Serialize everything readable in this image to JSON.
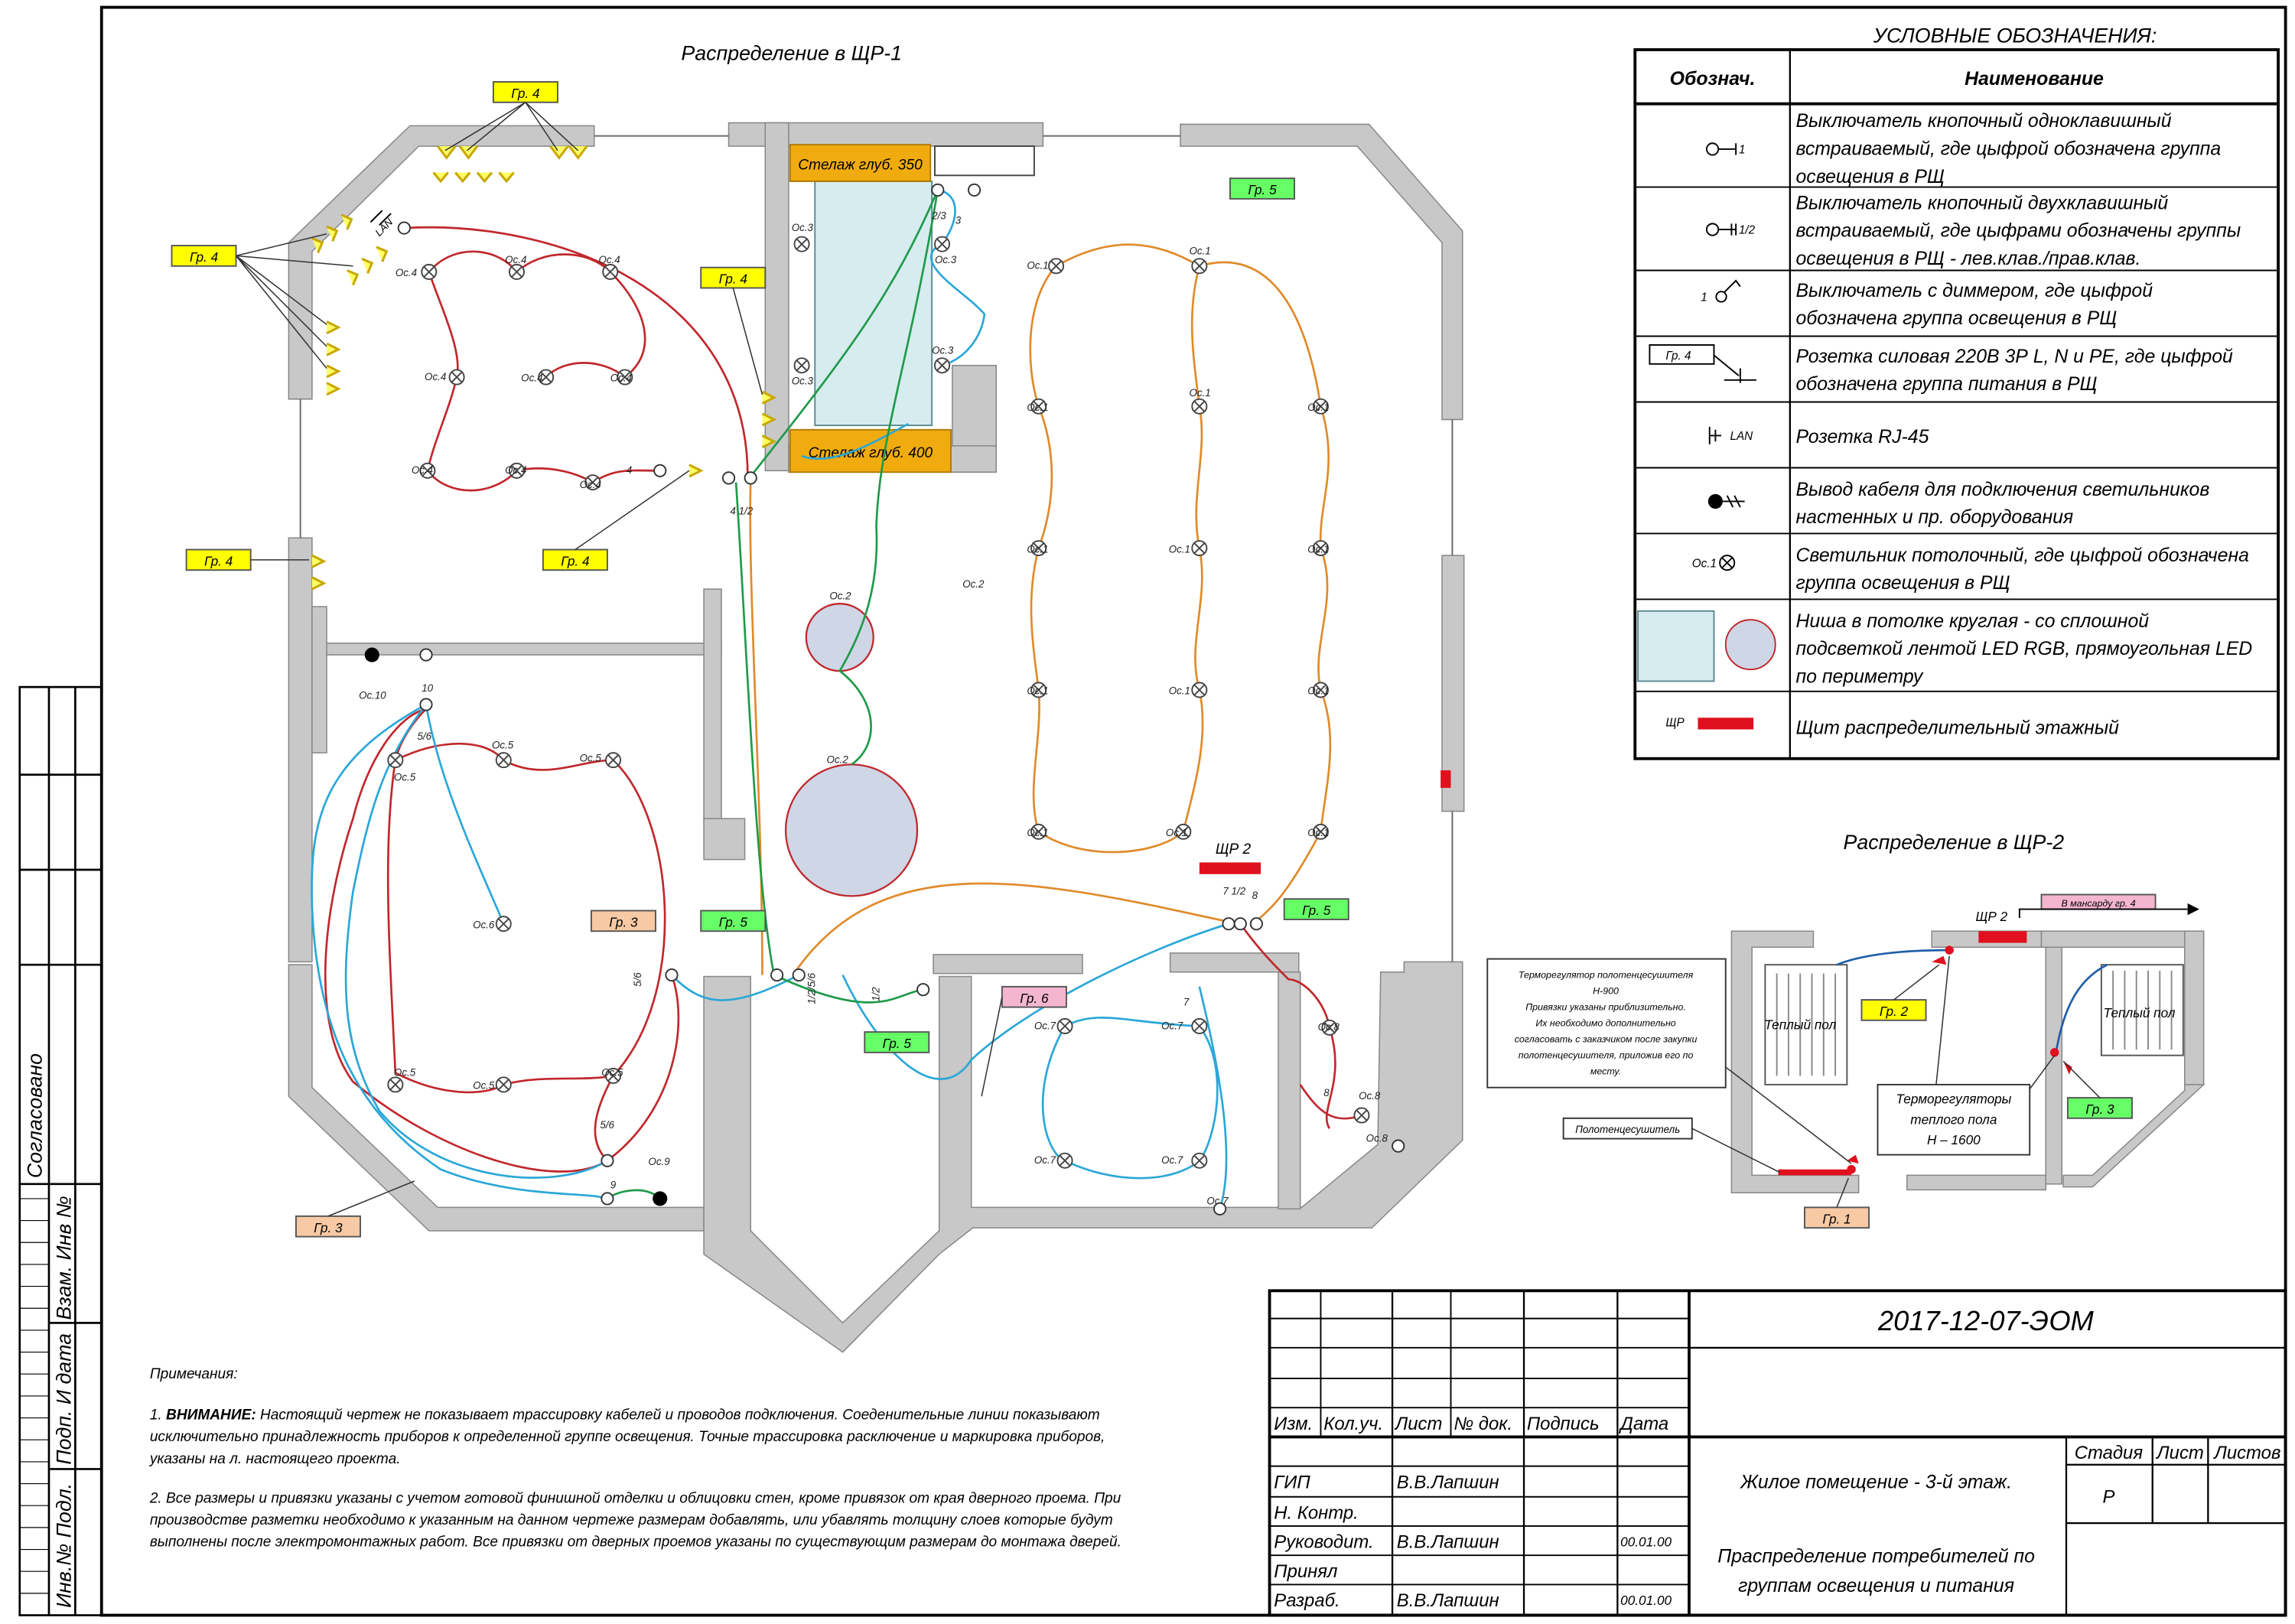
{
  "plan_title": "Распределение в ЩР-1",
  "plan2_title": "Распределение в ЩР-2",
  "legend": {
    "title": "УСЛОВНЫЕ ОБОЗНАЧЕНИЯ:",
    "col_symbol": "Обознач.",
    "col_name": "Наименование",
    "rows": [
      {
        "lines": [
          "Выключатель кнопочный одноклавишный",
          "встраиваемый, где цыфрой обозначена группа",
          "освещения в РЩ"
        ],
        "sym": "1"
      },
      {
        "lines": [
          "Выключатель кнопочный двухклавишный",
          "встраиваемый, где цыфрами обозначены группы",
          "освещения в РЩ - лев.клав./прав.клав."
        ],
        "sym": "1/2"
      },
      {
        "lines": [
          "Выключатель с диммером, где цыфрой",
          "обозначена группа освещения в РЩ"
        ],
        "sym": "1"
      },
      {
        "lines": [
          "Розетка силовая 220В 3Р L, N и PE, где цыфрой",
          "обозначена группа питания в РЩ"
        ],
        "sym": "Гр. 4"
      },
      {
        "lines": [
          "Розетка RJ-45"
        ],
        "sym": "LAN"
      },
      {
        "lines": [
          "Вывод кабеля для подключения светильников",
          "настенных и пр. оборудования"
        ],
        "sym": ""
      },
      {
        "lines": [
          "Светильник потолочный, где цыфрой обозначена",
          "группа освещения в РЩ"
        ],
        "sym": "Ос.1"
      },
      {
        "lines": [
          "Ниша в потолке круглая - со сплошной",
          "подсветкой лентой LED RGB, прямоугольная LED",
          "по периметру"
        ],
        "sym": ""
      },
      {
        "lines": [
          "Щит распределительный этажный"
        ],
        "sym": "ЩР"
      }
    ]
  },
  "shelves": {
    "top": "Стелаж глуб. 350",
    "bottom": "Стелаж глуб. 400"
  },
  "group_tags": {
    "g4": "Гр. 4",
    "g5": "Гр. 5",
    "g3": "Гр. 3",
    "g6": "Гр. 6",
    "g2": "Гр. 2",
    "g1": "Гр. 1"
  },
  "fixture_labels": {
    "os1": "Ос.1",
    "os2": "Ос.2",
    "os3": "Ос.3",
    "os4": "Ос.4",
    "os5": "Ос.5",
    "os6": "Ос.6",
    "os7": "Ос.7",
    "os8": "Ос.8",
    "os9": "Ос.9",
    "os10": "Ос.10"
  },
  "switch_labels": {
    "s23": "2/3",
    "s3": "3",
    "s4": "4",
    "s4b": "4",
    "s412": "4 1/2",
    "s10": "10",
    "s56": "5/6",
    "s56b": "5/6",
    "s9": "9",
    "s1256": "1/2/5/6",
    "s12": "1/2",
    "s712": "7 1/2",
    "s8": "8",
    "s8b": "8",
    "s7": "7"
  },
  "misc": {
    "lan": "LAN",
    "shr2": "ЩР 2",
    "shr2b": "ЩР 2",
    "to_attic": "В мансарду гр. 4",
    "warm_floor_a": "Теплый пол",
    "warm_floor_b": "Теплый пол",
    "thermo_note": [
      "Терморегулятор полотенцесушителя",
      "Н-900",
      "Привязки указаны приблизительно.",
      "Их необходимо дополнительно",
      "согласовать с заказчиком после закупки",
      "полотенцесушителя, приложив его по",
      "месту."
    ],
    "towel": "Полотенцесушитель",
    "thermo_floor": [
      "Терморегуляторы",
      "теплого пола",
      "Н – 1600"
    ]
  },
  "notes": {
    "heading": "Примечания:",
    "n1_prefix": "1. ",
    "n1_bold": "ВНИМАНИЕ:",
    "n1_lines": [
      " Настоящий чертеж не показывает трассировку кабелей и проводов подключения. Соеденительные линии показывают",
      "исключительно принадлежность приборов к определенной группе освещения. Точные трассировка расключение и маркировка приборов,",
      "указаны на л. настоящего проекта."
    ],
    "n2_lines": [
      "2. Все размеры и привязки указаны с учетом готовой финишной отделки и облицовки стен, кроме привязок от края дверного проема. При",
      "производстве разметки необходимо к указанным на данном чертеже размерам добавлять, или убавлять толщину слоев которые будут",
      "выполнены после электромонтажных работ. Все привязки от дверных проемов указаны по существующим размерам до монтажа дверей."
    ]
  },
  "side_stamp": {
    "agreed": "Согласовано",
    "inv_replace": "Взам. Инв №",
    "sign_date": "Подп. И дата",
    "inv_orig": "Инв.№ Подл."
  },
  "title_block": {
    "code": "2017-12-07-ЭОМ",
    "headers": [
      "Изм.",
      "Кол.уч.",
      "Лист",
      "№ док.",
      "Подпись",
      "Дата"
    ],
    "roles": [
      {
        "role": "ГИП",
        "name": "В.В.Лапшин",
        "date": ""
      },
      {
        "role": "Н. Контр.",
        "name": "",
        "date": ""
      },
      {
        "role": "Руководит.",
        "name": "В.В.Лапшин",
        "date": "00.01.00"
      },
      {
        "role": "Принял",
        "name": "",
        "date": ""
      },
      {
        "role": "Разраб.",
        "name": "В.В.Лапшин",
        "date": "00.01.00"
      }
    ],
    "object": "Жилое помещение - 3-й этаж.",
    "stage_h": "Стадия",
    "sheet_h": "Лист",
    "sheets_h": "Листов",
    "stage": "Р",
    "desc": [
      "Праспределение потребителей по",
      "группам освещения и питания"
    ]
  },
  "colors": {
    "wall": "#c8c8c8",
    "red": "#c0282d",
    "orange": "#e08a2a",
    "green": "#1f9a4a",
    "blue": "#2aa7d8",
    "yellow": "#ffff00",
    "lime": "#66ff66",
    "peach": "#f7c9a4",
    "pink": "#f4b6cf",
    "shelf": "#f0ac0e",
    "niche_rect": "#d6ecef",
    "niche_circle": "#cfd6e6"
  }
}
